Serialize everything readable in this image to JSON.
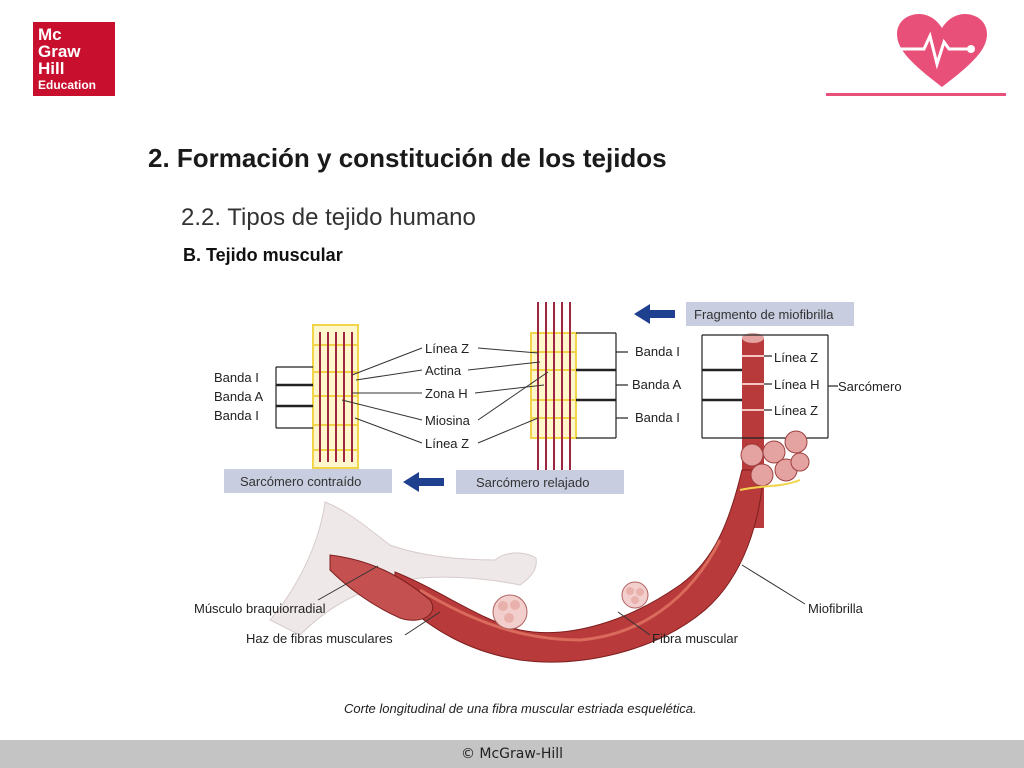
{
  "logo": {
    "lines": [
      "Mc",
      "Graw",
      "Hill",
      "Education"
    ],
    "color": "#c8102e"
  },
  "heading": {
    "title": "2. Formación y constitución de los tejidos",
    "subtitle": "2.2. Tipos de tejido humano",
    "section": "B. Tejido muscular"
  },
  "diagram": {
    "contracted_labels": [
      "Banda I",
      "Banda A",
      "Banda I"
    ],
    "center_labels": [
      "Línea Z",
      "Actina",
      "Zona H",
      "Miosina",
      "Línea Z"
    ],
    "relaxed_band_labels": [
      "Banda I",
      "Banda A",
      "Banda I"
    ],
    "myofibril_labels": [
      "Línea Z",
      "Línea H",
      "Línea Z"
    ],
    "sarcomero_label": "Sarcómero",
    "box_fragmento": "Fragmento de miofibrilla",
    "box_contraido": "Sarcómero contraído",
    "box_relajado": "Sarcómero relajado",
    "bottom_labels": {
      "braquiorradial": "Músculo braquiorradial",
      "haz": "Haz de fibras musculares",
      "fibra": "Fibra muscular",
      "miofibrilla": "Miofibrilla"
    }
  },
  "caption": "Corte longitudinal de una fibra muscular estriada esquelética.",
  "footer": "© McGraw-Hill",
  "colors": {
    "accent_pink": "#e8507a",
    "label_box": "#c9cde0",
    "arrow_blue": "#1f3f8f",
    "muscle": "#b83a3a",
    "sarcomere_yellow": "#f2d44a",
    "filament_red": "#9e2640",
    "footer_bar": "#c4c4c4"
  },
  "icons": [
    "heart-pulse-icon",
    "arrow-left-icon"
  ]
}
